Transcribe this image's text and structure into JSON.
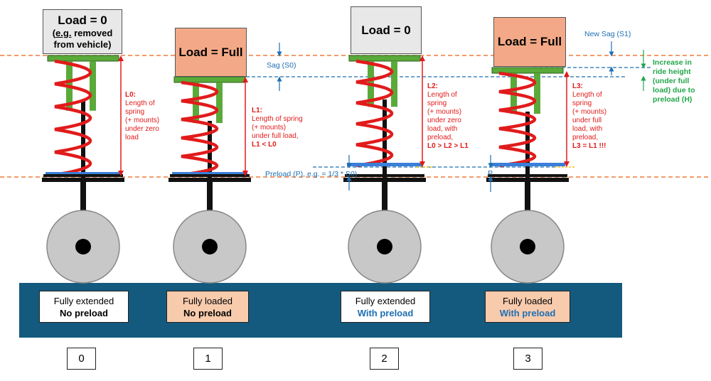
{
  "top_boxes": [
    {
      "main": "Load = 0",
      "sub_1": "e.g.",
      "sub_2": " removed",
      "sub_3": "from vehicle)"
    },
    {
      "main": "Load = Full"
    },
    {
      "main": "Load = 0"
    },
    {
      "main": "Load = Full"
    }
  ],
  "sub_open_paren": "(",
  "length_labels": [
    {
      "title": "L0:",
      "lines": [
        "Length of",
        "spring",
        "(+ mounts)",
        "under  zero",
        "load"
      ],
      "bold_line": ""
    },
    {
      "title": "L1:",
      "lines": [
        "Length of spring",
        "(+ mounts)",
        "under  full load,"
      ],
      "bold_line": "L1 < L0"
    },
    {
      "title": "L2:",
      "lines": [
        "Length of",
        "spring",
        "(+ mounts)",
        "under zero",
        "load, with",
        "preload,"
      ],
      "bold_line": "L0 > L2 > L1"
    },
    {
      "title": "L3:",
      "lines": [
        "Length of",
        "spring",
        "(+ mounts)",
        "under  full",
        "load, with",
        "preload,"
      ],
      "bold_line": "L3 = L1 !!!"
    }
  ],
  "sag_s0": "Sag (S0)",
  "new_sag": "New Sag (S1)",
  "preload_label": "Preload (P), e.g. = 1/3 * S0)",
  "p_label": "P",
  "ride_height": [
    "Increase in",
    "ride height",
    "(under full",
    "load) due to",
    "preload (H)"
  ],
  "states": [
    {
      "line1": "Fully extended",
      "line2": "No preload",
      "style": "plain"
    },
    {
      "line1": "Fully loaded",
      "line2": "No preload",
      "style": "loaded"
    },
    {
      "line1": "Fully extended",
      "line2": "With preload",
      "style": "plain-blue"
    },
    {
      "line1": "Fully loaded",
      "line2": "With preload",
      "style": "loaded-blue"
    }
  ],
  "numbers": [
    "0",
    "1",
    "2",
    "3"
  ],
  "colors": {
    "spring": "#e11b1b",
    "rod": "#5aaa3a",
    "damper": "#111111",
    "wheel": "#c8c8c8",
    "ground": "#135a7e",
    "dash_orange": "#ee7c3a",
    "dash_blue": "#1f6fb2",
    "preload_plate": "#3a7fd8",
    "load_full": "#f3a987",
    "load_zero": "#e8e8e8",
    "green": "#22a64a"
  }
}
